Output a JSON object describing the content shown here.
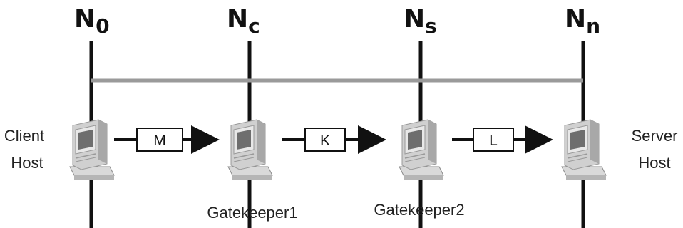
{
  "nodes": [
    {
      "base": "N",
      "sub": "0"
    },
    {
      "base": "N",
      "sub": "c"
    },
    {
      "base": "N",
      "sub": "s"
    },
    {
      "base": "N",
      "sub": "n"
    }
  ],
  "hosts": {
    "client_line1": "Client",
    "client_line2": "Host",
    "server_line1": "Server",
    "server_line2": "Host",
    "gatekeeper1": "Gatekeeper1",
    "gatekeeper2": "Gatekeeper2"
  },
  "messages": [
    "M",
    "K",
    "L"
  ],
  "colors": {
    "lines": "#111111",
    "connector": "#9a9a9a",
    "computer_light": "#cfcfcf",
    "computer_dark": "#7a7a7a"
  }
}
